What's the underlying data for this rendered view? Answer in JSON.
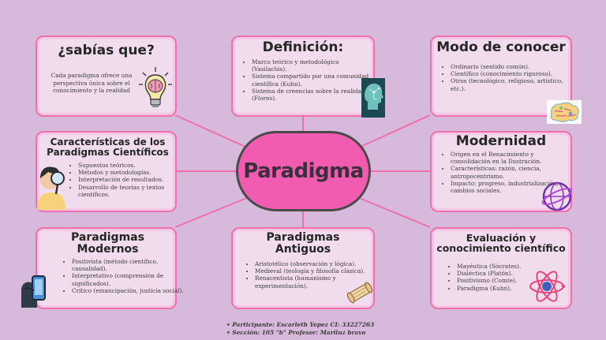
{
  "center": {
    "title": "Paradigma"
  },
  "sabias": {
    "title": "¿sabías que?",
    "text": "Cada paradigma ofrece una perspectiva única sobre el conocimiento y la realidad",
    "icon": "brain-lightbulb-icon"
  },
  "definicion": {
    "title": "Definición:",
    "items": [
      "Marco teórico y metodológico (Vasilachis).",
      "Sistema compartido por una comunidad científica (Kuhn).",
      "Sistema de creencias sobre la realidad (Flores)."
    ],
    "icon": "digital-head-icon"
  },
  "modo": {
    "title": "Modo de conocer",
    "items": [
      "Ordinario (sentido común).",
      " Científico (conocimiento riguroso).",
      " Otros (tecnológico, religioso, artístico, etc.)."
    ],
    "icon": "colorful-brain-icon"
  },
  "caracteristicas": {
    "title": "Características de los Paradigmas Científicos",
    "items": [
      "Supuestos teóricos.",
      "Métodos y metodologías.",
      "Interpretación de resultados.",
      " Desarrollo de teorías y textos científicos."
    ],
    "icon": "person-magnifier-icon"
  },
  "modernidad": {
    "title": "Modernidad",
    "items": [
      "Origen en el Renacimiento y consolidación en la Ilustración.",
      " Características: razón, ciencia, antropocentrismo.",
      " Impacto: progreso, industrialización, cambios sociales."
    ],
    "icon": "globe-icon"
  },
  "modernos": {
    "title": "Paradigmas Modernos",
    "items": [
      "Positivista (método científico, causalidad).",
      " Interpretativo (comprensión de significados).",
      " Crítico (emancipación, justicia social)."
    ],
    "icon": "hand-phone-icon"
  },
  "antiguos": {
    "title": "Paradigmas Antiguos",
    "items": [
      "Aristotélico (observación y lógica).",
      "Medieval (teología y filosofía clásica).",
      "Renacentista (humanismo y experimentación)."
    ],
    "icon": "scroll-icon"
  },
  "evaluacion": {
    "title": "Evaluación y conocimiento científico",
    "items": [
      "Mayéutica (Sócrates).",
      "Dialéctica (Platón).",
      "Positivismo (Comte).",
      "Paradigma (Kuhn)."
    ],
    "icon": "atom-icon"
  },
  "footer": {
    "line1": "Participante: Escarleth Yepez  CI: 33227263",
    "line2": "Sección: 105 \"b\"  Profesor: Mariluz bravo"
  },
  "colors": {
    "background": "#d7b9dc",
    "accent": "#ef6fb0",
    "center": "#f25cb0"
  }
}
